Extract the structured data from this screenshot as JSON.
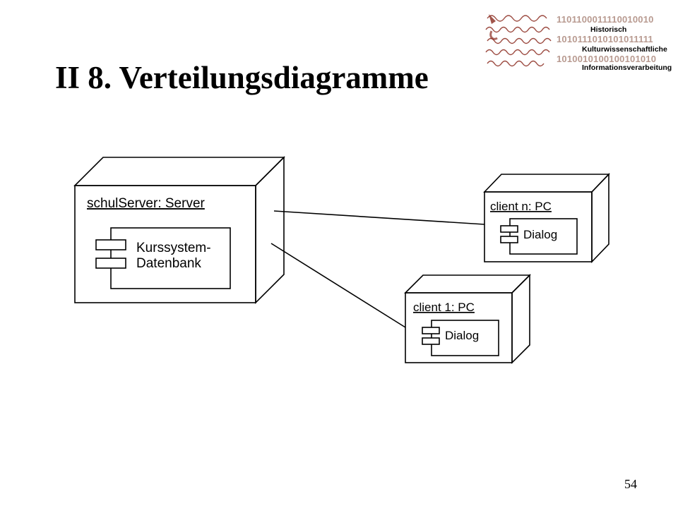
{
  "slide": {
    "title": "II 8. Verteilungsdiagramme",
    "page_number": "54"
  },
  "logo": {
    "binary_lines": [
      "1101100011110010010",
      "1010111010101011111",
      "1010010100100101010"
    ],
    "institution_lines": [
      "Historisch",
      "Kulturwissenschaftliche",
      "Informationsverarbeitung"
    ]
  },
  "diagram": {
    "nodes": {
      "server": {
        "label": "schulServer: Server",
        "component": {
          "line1": "Kurssystem-",
          "line2": "Datenbank"
        }
      },
      "client_n": {
        "label": "client n: PC",
        "component": {
          "line1": "Dialog"
        }
      },
      "client_1": {
        "label": "client 1: PC",
        "component": {
          "line1": "Dialog"
        }
      }
    }
  },
  "colors": {
    "line": "#000000",
    "background": "#ffffff",
    "logo_binary": "#b89a90",
    "logo_manuscript": "#8a2a1e"
  }
}
